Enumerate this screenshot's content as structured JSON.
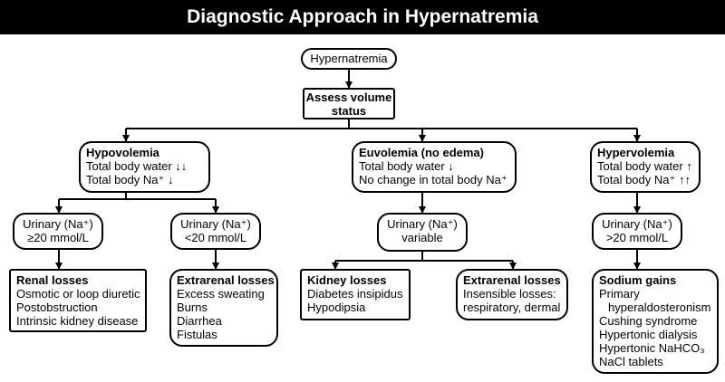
{
  "title": "Diagnostic Approach in Hypernatremia",
  "root": {
    "label": "Hypernatremia"
  },
  "assess": {
    "line1": "Assess volume",
    "line2": "status"
  },
  "hypo": {
    "title": "Hypovolemia",
    "line1": "Total body water ↓↓",
    "line2": "Total body Na⁺ ↓",
    "urinary_high": {
      "line1": "Urinary (Na⁺)",
      "line2": "≥20 mmol/L"
    },
    "urinary_low": {
      "line1": "Urinary (Na⁺)",
      "line2": "<20 mmol/L"
    },
    "renal": {
      "title": "Renal losses",
      "items": [
        "Osmotic or loop diuretic",
        "Postobstruction",
        "Intrinsic kidney disease"
      ]
    },
    "extrarenal": {
      "title": "Extrarenal losses",
      "items": [
        "Excess sweating",
        "Burns",
        "Diarrhea",
        "Fistulas"
      ]
    }
  },
  "eu": {
    "title": "Euvolemia (no edema)",
    "line1": "Total body water ↓",
    "line2": "No change in total body Na⁺",
    "urinary": {
      "line1": "Urinary (Na⁺)",
      "line2": "variable"
    },
    "kidney": {
      "title": "Kidney losses",
      "items": [
        "Diabetes insipidus",
        "Hypodipsia"
      ]
    },
    "extrarenal": {
      "title": "Extrarenal losses",
      "items": [
        "Insensible losses:",
        "respiratory, dermal"
      ]
    }
  },
  "hyper": {
    "title": "Hypervolemia",
    "line1": "Total body water ↑",
    "line2": "Total body Na⁺ ↑↑",
    "urinary": {
      "line1": "Urinary (Na⁺)",
      "line2": ">20 mmol/L"
    },
    "gains": {
      "title": "Sodium gains",
      "items": [
        "Primary",
        "hyperaldosteronism",
        "Cushing syndrome",
        "Hypertonic dialysis",
        "Hypertonic NaHCO₃",
        "NaCl tablets"
      ]
    }
  }
}
